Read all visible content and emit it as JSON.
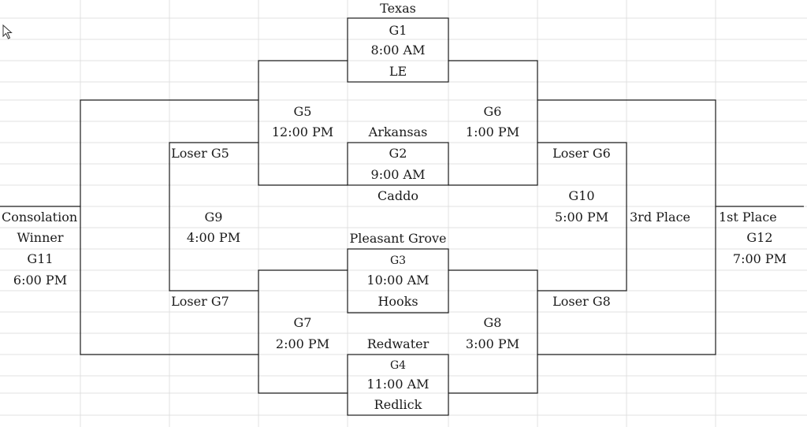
{
  "bracket": {
    "g1": {
      "team_top": "Texas",
      "game": "G1",
      "time": "8:00 AM",
      "team_bottom": "LE"
    },
    "g2": {
      "team_top": "Arkansas",
      "game": "G2",
      "time": "9:00 AM",
      "team_bottom": "Caddo"
    },
    "g3": {
      "team_top": "Pleasant Grove",
      "game": "G3",
      "time": "10:00 AM",
      "team_bottom": "Hooks"
    },
    "g4": {
      "team_top": "Redwater",
      "game": "G4",
      "time": "11:00 AM",
      "team_bottom": "Redlick"
    },
    "g5": {
      "game": "G5",
      "time": "12:00 PM"
    },
    "g6": {
      "game": "G6",
      "time": "1:00 PM"
    },
    "g7": {
      "game": "G7",
      "time": "2:00 PM"
    },
    "g8": {
      "game": "G8",
      "time": "3:00 PM"
    },
    "g9": {
      "game": "G9",
      "time": "4:00 PM",
      "loser_top": "Loser G5",
      "loser_bottom": "Loser G7"
    },
    "g10": {
      "game": "G10",
      "time": "5:00 PM",
      "loser_top": "Loser G6",
      "loser_bottom": "Loser G8"
    },
    "g11": {
      "label_1": "Consolation",
      "label_2": "Winner",
      "game": "G11",
      "time": "6:00 PM"
    },
    "g12": {
      "label": "1st Place",
      "game": "G12",
      "time": "7:00 PM"
    },
    "third_place": "3rd Place"
  },
  "colors": {
    "gridline": "#e0e0e0",
    "bracket_line": "#1a1a1a",
    "text": "#1a1a1a"
  }
}
